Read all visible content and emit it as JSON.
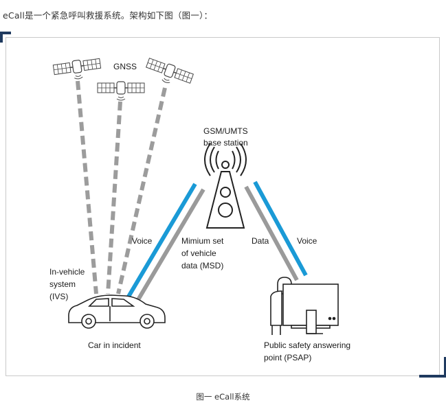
{
  "intro_text": "eCall是一个紧急呼叫救援系统。架构如下图（图一）：",
  "diagram": {
    "gnss_label": "GNSS",
    "station_label_line1": "GSM/UMTS",
    "station_label_line2": "base station",
    "voice_left_label": "Voice",
    "msd_line1": "Mimium set",
    "msd_line2": "of vehicle",
    "msd_line3": "data (MSD)",
    "data_label": "Data",
    "voice_right_label": "Voice",
    "ivs_line1": "In-vehicle",
    "ivs_line2": "system",
    "ivs_line3": "(IVS)",
    "car_label": "Car in incident",
    "psap_line1": "Public safety answering",
    "psap_line2": "point (PSAP)"
  },
  "colors": {
    "voice_link": "#1a9ad6",
    "data_link": "#9a9a9a",
    "frame_corner": "#1f3a5f"
  },
  "caption": "图一  eCall系统"
}
